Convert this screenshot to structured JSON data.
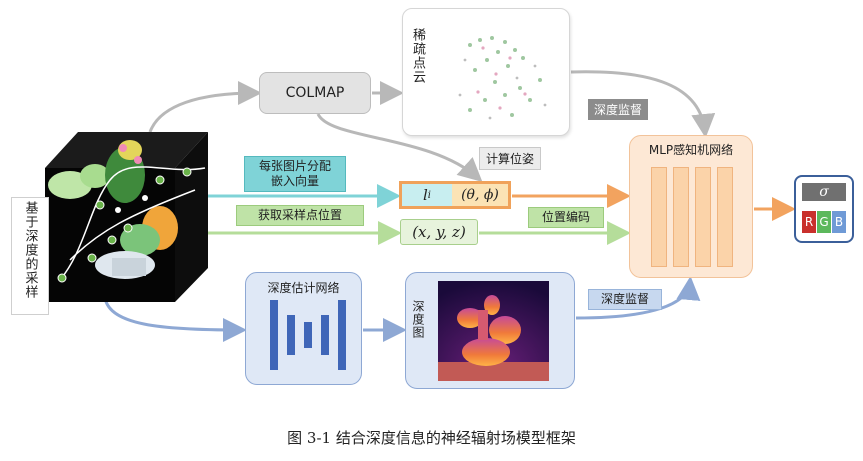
{
  "figure": {
    "caption": "图  3-1  结合深度信息的神经辐射场模型框架"
  },
  "nodes": {
    "colmap": "COLMAP",
    "sparse_points": "稀疏点云",
    "sampling": "基于深度的采样",
    "mlp": "MLP感知机网络",
    "depth_net": "深度估计网络",
    "depth_map": "深度图"
  },
  "tags": {
    "per_image_embedding": [
      "每张图片分配",
      "嵌入向量"
    ],
    "compute_pose": "计算位姿",
    "get_sample_positions": "获取采样点位置",
    "positional_encoding": "位置编码",
    "depth_supervision_top": "深度监督",
    "depth_supervision_bottom": "深度监督"
  },
  "inputs": {
    "latent": "l",
    "latent_subscript": "i",
    "direction": "(θ, ϕ)",
    "position": "(x, y, z)"
  },
  "outputs": {
    "density": "σ",
    "r": "R",
    "g": "G",
    "b": "B"
  },
  "colors": {
    "arrow_gray": "#b8b8b8",
    "arrow_teal": "#7fd3d7",
    "arrow_green": "#b5dd9a",
    "arrow_orange": "#f2a35f",
    "arrow_blue": "#8ea8d4",
    "red": "#c9302c",
    "green": "#5cb85c",
    "blue": "#6f9ad6"
  }
}
